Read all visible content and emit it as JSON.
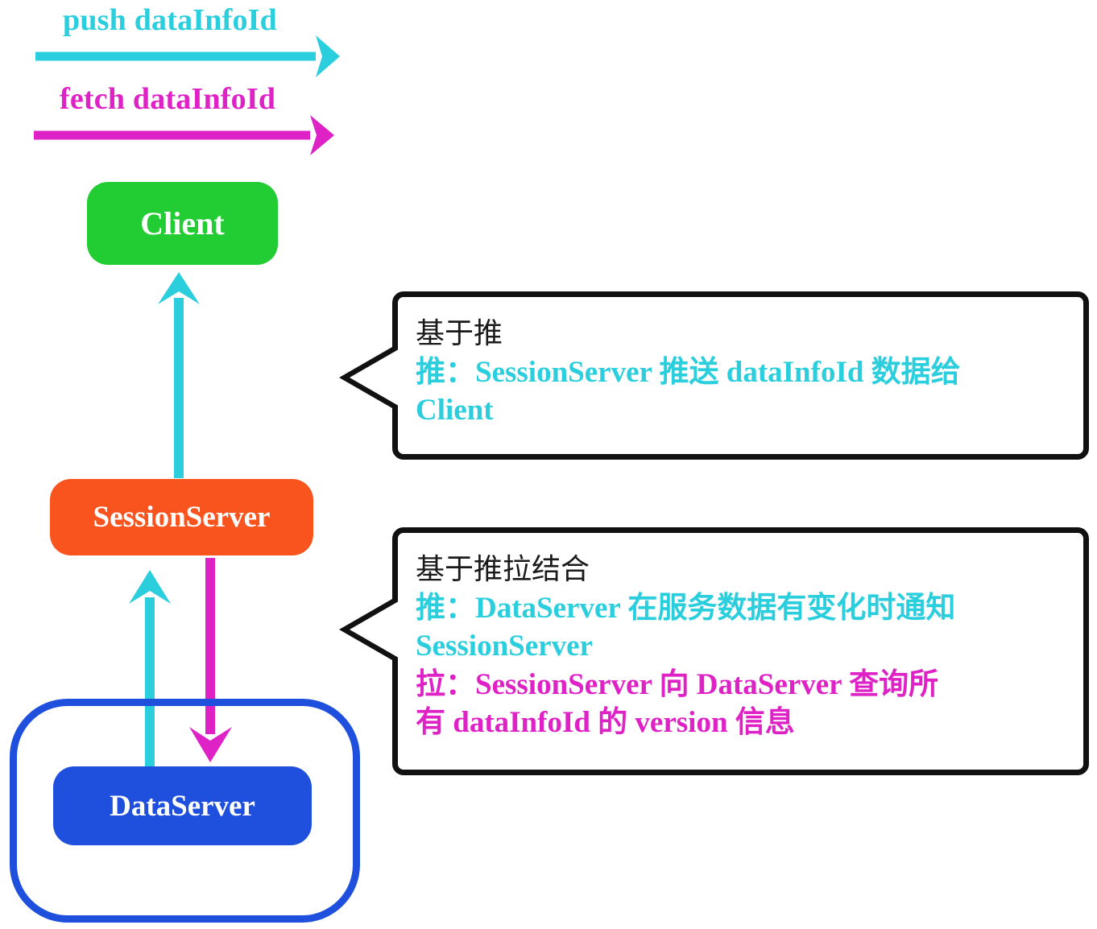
{
  "colors": {
    "cyan": "#2BCEDD",
    "magenta": "#DE22C6",
    "green": "#22CC33",
    "orange": "#F9541E",
    "blue": "#1E50DD",
    "ink": "#111111"
  },
  "legend": {
    "items": [
      {
        "label": "push dataInfoId",
        "color": "#2BCEDD",
        "arrow": "right-arrow-icon"
      },
      {
        "label": "fetch dataInfoId",
        "color": "#DE22C6",
        "arrow": "right-arrow-icon"
      }
    ]
  },
  "nodes": [
    {
      "id": "client",
      "label": "Client",
      "color": "#22CC33"
    },
    {
      "id": "sessionserver",
      "label": "SessionServer",
      "color": "#F9541E"
    },
    {
      "id": "dataserver",
      "label": "DataServer",
      "color": "#1E50DD"
    }
  ],
  "cluster": {
    "id": "dataserver-cluster",
    "label": "",
    "color": "#1E50DD"
  },
  "edges": [
    {
      "from": "sessionserver",
      "to": "client",
      "color": "#2BCEDD",
      "direction": "up",
      "kind": "push"
    },
    {
      "from": "dataserver",
      "to": "sessionserver",
      "color": "#2BCEDD",
      "direction": "up",
      "kind": "push"
    },
    {
      "from": "sessionserver",
      "to": "dataserver",
      "color": "#DE22C6",
      "direction": "down",
      "kind": "fetch"
    }
  ],
  "callouts": [
    {
      "id": "push",
      "title": "基于推",
      "lines": [
        {
          "text": "推：SessionServer 推送 dataInfoId 数据给",
          "color": "#2BCEDD"
        },
        {
          "text": "Client",
          "color": "#2BCEDD"
        }
      ]
    },
    {
      "id": "push-pull",
      "title": "基于推拉结合",
      "lines": [
        {
          "text": "推：DataServer 在服务数据有变化时通知",
          "color": "#2BCEDD"
        },
        {
          "text": "SessionServer",
          "color": "#2BCEDD"
        },
        {
          "text": "拉：SessionServer 向 DataServer 查询所",
          "color": "#DE22C6"
        },
        {
          "text": "有 dataInfoId 的 version 信息",
          "color": "#DE22C6"
        }
      ]
    }
  ]
}
